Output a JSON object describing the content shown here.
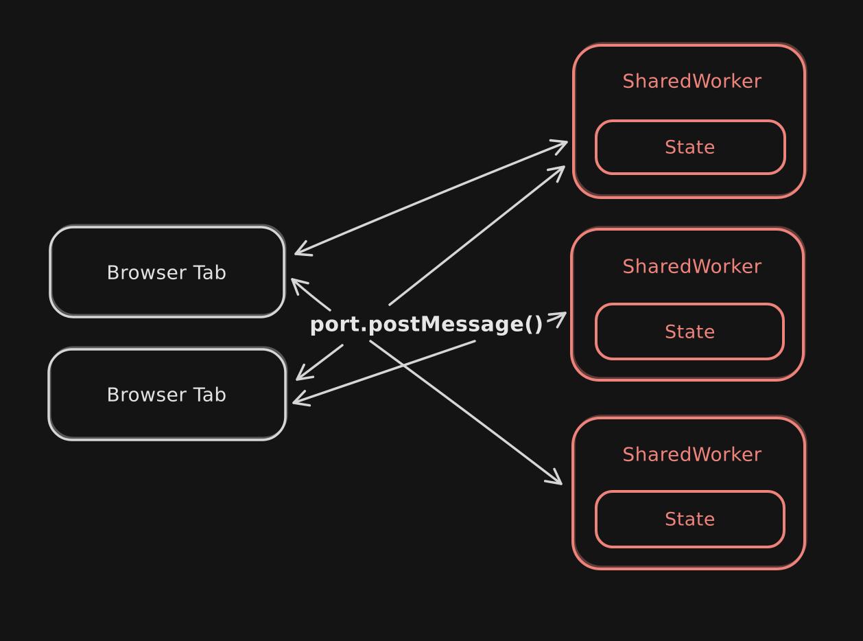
{
  "diagram": {
    "hub_label": "port.postMessage()",
    "browser_tabs": [
      {
        "label": "Browser Tab"
      },
      {
        "label": "Browser Tab"
      }
    ],
    "shared_workers": [
      {
        "label": "SharedWorker",
        "state": "State"
      },
      {
        "label": "SharedWorker",
        "state": "State"
      },
      {
        "label": "SharedWorker",
        "state": "State"
      }
    ],
    "colors": {
      "background": "#141414",
      "line": "#d6d6d6",
      "accent": "#ee837c"
    }
  }
}
